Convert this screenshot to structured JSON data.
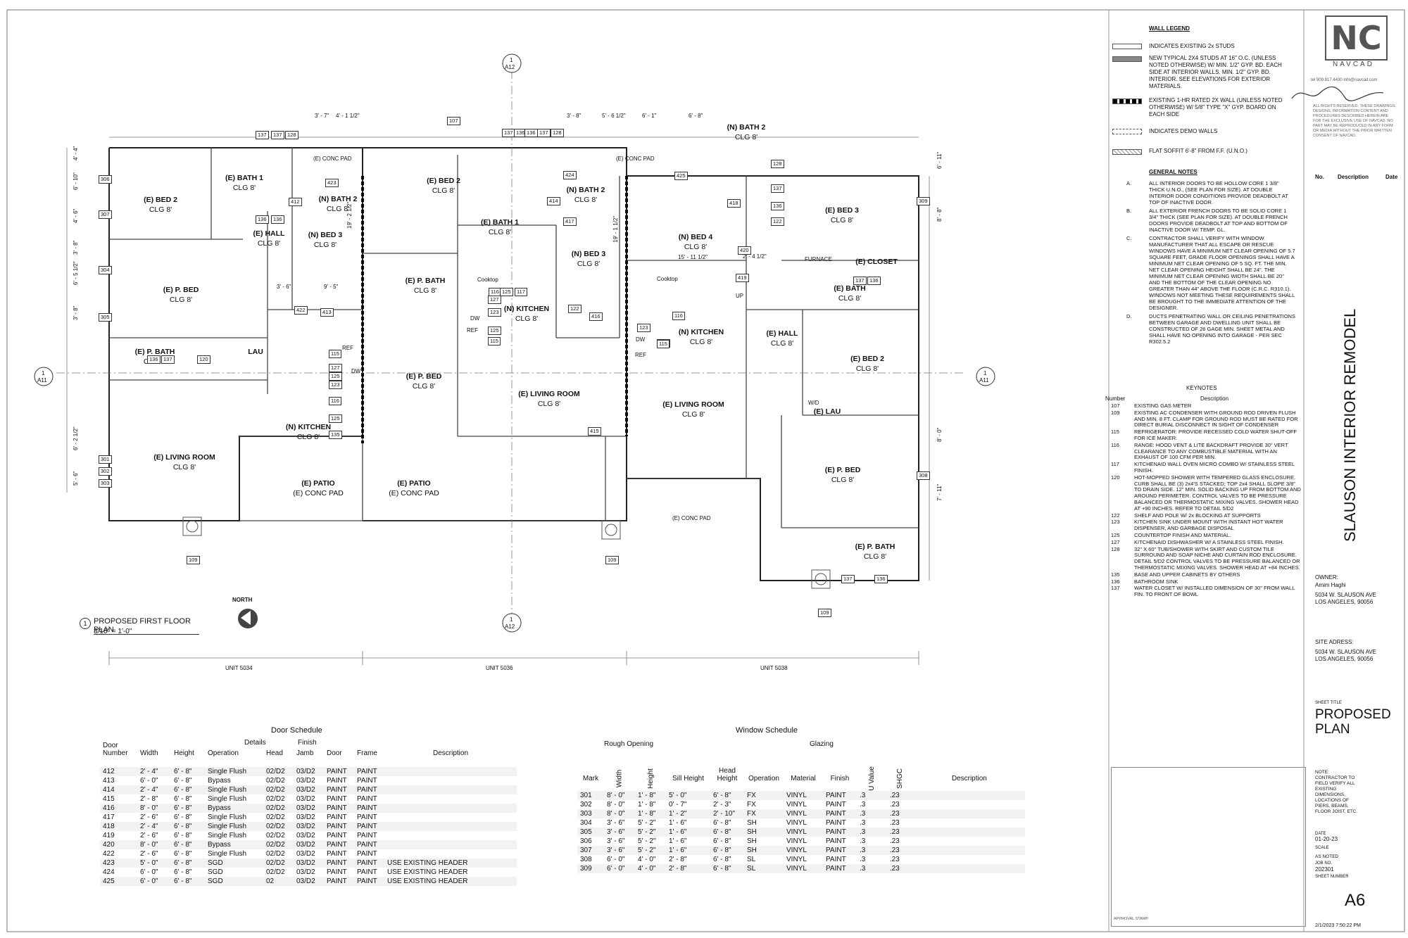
{
  "brand": {
    "logo_text": "NC",
    "name": "NAVCAD",
    "contact": "tel 909.917.4430     info@navcad.com",
    "disclaimer": "ALL RIGHTS RESERVED. THESE DRAWINGS, DESIGNS, INFORMATION CONTENT AND PROCEDURES DESCRIBED HEREIN ARE FOR THE EXCLUSIVE USE OF NAVCAD. NO PART MAY BE REPRODUCED IN ANY FORM OR MEDIA WITHOUT THE PRIOR WRITTEN CONSENT OF NAVCAD."
  },
  "wall_legend": {
    "title": "WALL LEGEND",
    "items": [
      "INDICATES EXISTING 2x STUDS",
      "NEW TYPICAL 2X4 STUDS AT 16\" O.C. (UNLESS NOTED OTHERWISE) W/ MIN. 1/2\" GYP. BD. EACH SIDE AT INTERIOR WALLS. MIN. 1/2\" GYP. BD. INTERIOR. SEE ELEVATIONS FOR EXTERIOR MATERIALS.",
      "EXISTING 1-HR RATED 2X WALL (UNLESS NOTED OTHERWISE) W/ 5/8\" TYPE \"X\" GYP. BOARD ON EACH SIDE",
      "INDICATES DEMO WALLS",
      "FLAT SOFFIT 6'-8\" FROM F.F. (U.N.O.)"
    ]
  },
  "general_notes": {
    "title": "GENERAL NOTES",
    "items": [
      {
        "k": "A.",
        "t": "ALL INTERIOR DOORS TO BE HOLLOW CORE 1 3/8\" THICK U.N.O., (SEE PLAN FOR SIZE). AT DOUBLE INTERIOR DOOR CONDITIONS PROVIDE DEADBOLT AT TOP OF INACTIVE DOOR."
      },
      {
        "k": "B.",
        "t": "ALL EXTERIOR FRENCH DOORS TO BE SOLID CORE 1 3/4\" THICK (SEE PLAN FOR SIZE). AT DOUBLE FRENCH DOORS PROVIDE DEADBOLT AT TOP AND BOTTOM OF INACTIVE DOOR W/ TEMP. GL."
      },
      {
        "k": "C.",
        "t": "CONTRACTOR SHALL VERIFY WITH WINDOW MANUFACTURER THAT ALL ESCAPE OR RESCUE WINDOWS HAVE A MINIMUM NET CLEAR OPENING OF 5.7 SQUARE FEET, GRADE FLOOR OPENINGS SHALL HAVE A MINIMUM NET CLEAR OPENING OF 5 SQ. FT. THE MIN. NET CLEAR OPENING HEIGHT SHALL BE 24\". THE MINIMUM NET CLEAR OPENING WIDTH SHALL BE 20\" AND THE BOTTOM OF THE CLEAR OPENING NO GREATER THAN 44\" ABOVE THE FLOOR (C.R.C. R310.1). WINDOWS NOT MEETING THESE REQUIREMENTS SHALL BE BROUGHT TO THE IMMEDIATE ATTENTION OF THE DESIGNER."
      },
      {
        "k": "D.",
        "t": "DUCTS PENETRATING WALL OR CEILING PENETRATIONS BETWEEN GARAGE AND DWELLING UNIT SHALL BE CONSTRUCTED OF 26 GAGE MIN. SHEET METAL AND SHALL HAVE NO OPENING INTO GARAGE - PER SEC R302.5.2"
      }
    ]
  },
  "revisions": {
    "headers": [
      "No.",
      "Description",
      "Date"
    ]
  },
  "keynotes": {
    "title": "KEYNOTES",
    "headers": [
      "Number",
      "Description"
    ],
    "items": [
      {
        "n": "107",
        "d": "EXISTING GAS METER"
      },
      {
        "n": "109",
        "d": "EXISTING AC CONDENSER WITH GROUND ROD DRIVEN FLUSH AND MIN. 8 FT. CLAMP FOR GROUND ROD MUST BE RATED FOR DIRECT BURIAL DISCONNECT IN SIGHT OF CONDENSER"
      },
      {
        "n": "115",
        "d": "REFRIGERATOR: PROVIDE RECESSED COLD WATER SHUT-OFF FOR ICE MAKER."
      },
      {
        "n": "116",
        "d": "RANGE: HOOD VENT & LITE BACKDRAFT PROVIDE 30\" VERT CLEARANCE TO ANY COMBUSTIBLE MATERIAL WITH AN EXHAUST OF 100 CFM PER MIN."
      },
      {
        "n": "117",
        "d": "KITCHENAID WALL OVEN MICRO COMBO W/ STAINLESS STEEL FINISH."
      },
      {
        "n": "120",
        "d": "HOT-MOPPED SHOWER WITH TEMPERED GLASS ENCLOSURE. CURB SHALL BE (3) 2x4'S STACKED; TOP 2x4 SHALL SLOPE 3/8\" TO DRAIN SIDE. 12\" MIN. SOLID BACKING UP FROM BOTTOM AND AROUND PERIMETER. CONTROL VALVES TO BE PRESSURE BALANCED OR THERMOSTATIC MIXING VALVES. SHOWER HEAD AT +90 INCHES. REFER TO DETAIL 5/D2"
      },
      {
        "n": "122",
        "d": "SHELF AND POLE W/ 2x BLOCKING AT SUPPORTS"
      },
      {
        "n": "123",
        "d": "KITCHEN SINK UNDER MOUNT WITH INSTANT HOT WATER DISPENSER, AND GARBAGE DISPOSAL"
      },
      {
        "n": "125",
        "d": "COUNTERTOP FINISH AND MATERIAL."
      },
      {
        "n": "127",
        "d": "KITCHENAID DISHWASHER W/ A STAINLESS STEEL FINISH."
      },
      {
        "n": "128",
        "d": "32\" X 60\" TUB/SHOWER WITH SKIRT AND CUSTOM TILE SURROUND AND SOAP NICHE AND CURTAIN ROD ENCLOSURE. DETAIL 5/D2 CONTROL VALVES TO BE PRESSURE BALANCED OR THERMOSTATIC MIXING VALVES. SHOWER HEAD AT +84 INCHES."
      },
      {
        "n": "135",
        "d": "BASE AND UPPER CABINETS BY OTHERS"
      },
      {
        "n": "136",
        "d": "BATHROOM SINK"
      },
      {
        "n": "137",
        "d": "WATER CLOSET W/ INSTALLED DIMENSION OF 30\" FROM WALL FIN. TO FRONT OF BOWL"
      }
    ]
  },
  "title_block": {
    "project": "SLAUSON INTERIOR REMODEL",
    "owner_label": "OWNER:",
    "owner": "Amim Haghi",
    "owner_addr1": "5034 W. SLAUSON AVE",
    "owner_addr2": "LOS ANGELES, 90056",
    "site_label": "SITE ADRESS:",
    "site_addr1": "5034 W. SLAUSON AVE",
    "site_addr2": "LOS ANGELES, 90056",
    "sheet_title_label": "SHEET TITLE",
    "sheet_title_1": "PROPOSED",
    "sheet_title_2": "PLAN",
    "note": "NOTE: CONTRACTOR TO FIELD VERIFY ALL EXISTING DIMENSIONS, LOCATIONS OF PIERS, BEAMS, FLOOR JOIST, ETC.",
    "date_label": "DATE",
    "date": "01-20-23",
    "scale_label": "SCALE",
    "scale": "AS NOTED",
    "job_label": "JOB NO.",
    "job": "202301",
    "sheet_no_label": "SHEET NUMBER",
    "sheet_no": "A6",
    "approval": "APPROVAL STAMP",
    "timestamp": "2/1/2023 7:50:22 PM"
  },
  "plan": {
    "title": "PROPOSED FIRST FLOOR PLAN",
    "view_no": "1",
    "scale": "3/16\" = 1'-0\"",
    "north": "NORTH",
    "units": [
      "UNIT 5034",
      "UNIT 5036",
      "UNIT 5038"
    ],
    "section_marks": {
      "num": "1",
      "a12": "A12",
      "a11": "A11"
    },
    "rooms": [
      {
        "n": "(E) BED 2",
        "c": "CLG 8'"
      },
      {
        "n": "(E) BATH 1",
        "c": "CLG 8'"
      },
      {
        "n": "(N) BATH 2",
        "c": "CLG 8'"
      },
      {
        "n": "(E) HALL",
        "c": "CLG 8'"
      },
      {
        "n": "(N) BED 3",
        "c": "CLG 8'"
      },
      {
        "n": "(E) P. BED",
        "c": "CLG 8'"
      },
      {
        "n": "(E) P. BATH",
        "c": "CLG 8'"
      },
      {
        "n": "LAU",
        "c": ""
      },
      {
        "n": "(N) KITCHEN",
        "c": "CLG 8'"
      },
      {
        "n": "(E) LIVING ROOM",
        "c": "CLG 8'"
      },
      {
        "n": "(E) PATIO",
        "c": "(E) CONC PAD"
      },
      {
        "n": "(E) BED 2",
        "c": "CLG 8'"
      },
      {
        "n": "(E) P. BATH",
        "c": "CLG 8'"
      },
      {
        "n": "(E) P. BED",
        "c": "CLG 8'"
      },
      {
        "n": "(E) PATIO",
        "c": "(E) CONC PAD"
      },
      {
        "n": "(E) BATH 1",
        "c": "CLG 8'"
      },
      {
        "n": "(N) BATH 2",
        "c": "CLG 8'"
      },
      {
        "n": "(N) BED 3",
        "c": "CLG 8'"
      },
      {
        "n": "(N) KITCHEN",
        "c": "CLG 8'"
      },
      {
        "n": "(E) LIVING ROOM",
        "c": "CLG 8'"
      },
      {
        "n": "(N) BATH 2",
        "c": "CLG 8'"
      },
      {
        "n": "(N) BED 4",
        "c": "CLG 8'"
      },
      {
        "n": "(N) KITCHEN",
        "c": "CLG 8'"
      },
      {
        "n": "(E) LIVING ROOM",
        "c": "CLG 8'"
      },
      {
        "n": "(E) BED 3",
        "c": "CLG 8'"
      },
      {
        "n": "(E) CLOSET",
        "c": ""
      },
      {
        "n": "(E) BATH",
        "c": "CLG 8'"
      },
      {
        "n": "(E) HALL",
        "c": "CLG 8'"
      },
      {
        "n": "(E) BED 2",
        "c": "CLG 8'"
      },
      {
        "n": "(E) LAU",
        "c": ""
      },
      {
        "n": "(E) P. BED",
        "c": "CLG 8'"
      },
      {
        "n": "(E) P. BATH",
        "c": "CLG 8'"
      }
    ],
    "labels": {
      "conc_pad": "(E) CONC PAD",
      "cooktop": "Cooktop",
      "ref": "REF",
      "dw": "DW",
      "furnace": "FURNACE",
      "up": "UP",
      "wd": "W/D"
    },
    "dims": [
      "3' - 7\"",
      "4' - 1 1/2\"",
      "3' - 8\"",
      "5' - 6 1/2\"",
      "6' - 1\"",
      "6' - 8\"",
      "4' - 4\"",
      "6' - 10\"",
      "4' - 6\"",
      "3' - 8\"",
      "6' - 5 1/2\"",
      "3' - 8\"",
      "6' - 2 1/2\"",
      "5' - 6\"",
      "6' - 11\"",
      "8' - 8\"",
      "8' - 0\"",
      "7' - 11\"",
      "3' - 6\"",
      "9' - 5\"",
      "19' - 2 1/2\"",
      "15' - 11 1/2\"",
      "2' - 4 1/2\"",
      "19' - 1 1/2\""
    ],
    "tags": [
      "137",
      "137",
      "128",
      "423",
      "412",
      "136",
      "136",
      "422",
      "413",
      "115",
      "127",
      "125",
      "123",
      "116",
      "125",
      "135",
      "137",
      "120",
      "136",
      "107",
      "137",
      "136",
      "136",
      "137",
      "128",
      "424",
      "414",
      "417",
      "116",
      "125",
      "117",
      "127",
      "123",
      "125",
      "115",
      "122",
      "416",
      "415",
      "425",
      "418",
      "420",
      "419",
      "117",
      "116",
      "123",
      "127",
      "115",
      "128",
      "137",
      "136",
      "122",
      "137",
      "136",
      "306",
      "307",
      "304",
      "305",
      "301",
      "302",
      "303",
      "309",
      "308",
      "109",
      "109",
      "109",
      "137",
      "136"
    ]
  },
  "door_schedule": {
    "title": "Door Schedule",
    "group_details": "Details",
    "group_finish": "Finish",
    "headers": [
      "Door Number",
      "Width",
      "Height",
      "Operation",
      "Head",
      "Jamb",
      "Door",
      "Frame",
      "Description"
    ],
    "rows": [
      [
        "412",
        "2' - 4\"",
        "6' - 8\"",
        "Single Flush",
        "02/D2",
        "03/D2",
        "PAINT",
        "PAINT",
        ""
      ],
      [
        "413",
        "6' - 0\"",
        "6' - 8\"",
        "Bypass",
        "02/D2",
        "03/D2",
        "PAINT",
        "PAINT",
        ""
      ],
      [
        "414",
        "2' - 4\"",
        "6' - 8\"",
        "Single Flush",
        "02/D2",
        "03/D2",
        "PAINT",
        "PAINT",
        ""
      ],
      [
        "415",
        "2' - 8\"",
        "6' - 8\"",
        "Single Flush",
        "02/D2",
        "03/D2",
        "PAINT",
        "PAINT",
        ""
      ],
      [
        "416",
        "8' - 0\"",
        "6' - 8\"",
        "Bypass",
        "02/D2",
        "03/D2",
        "PAINT",
        "PAINT",
        ""
      ],
      [
        "417",
        "2' - 6\"",
        "6' - 8\"",
        "Single Flush",
        "02/D2",
        "03/D2",
        "PAINT",
        "PAINT",
        ""
      ],
      [
        "418",
        "2' - 4\"",
        "6' - 8\"",
        "Single Flush",
        "02/D2",
        "03/D2",
        "PAINT",
        "PAINT",
        ""
      ],
      [
        "419",
        "2' - 6\"",
        "6' - 8\"",
        "Single Flush",
        "02/D2",
        "03/D2",
        "PAINT",
        "PAINT",
        ""
      ],
      [
        "420",
        "8' - 0\"",
        "6' - 8\"",
        "Bypass",
        "02/D2",
        "03/D2",
        "PAINT",
        "PAINT",
        ""
      ],
      [
        "422",
        "2' - 6\"",
        "6' - 8\"",
        "Single Flush",
        "02/D2",
        "03/D2",
        "PAINT",
        "PAINT",
        ""
      ],
      [
        "423",
        "5' - 0\"",
        "6' - 8\"",
        "SGD",
        "02/D2",
        "03/D2",
        "PAINT",
        "PAINT",
        "USE EXISTING HEADER"
      ],
      [
        "424",
        "6' - 0\"",
        "6' - 8\"",
        "SGD",
        "02/D2",
        "03/D2",
        "PAINT",
        "PAINT",
        "USE EXISTING HEADER"
      ],
      [
        "425",
        "6' - 0\"",
        "6' - 8\"",
        "SGD",
        "02",
        "03/D2",
        "PAINT",
        "PAINT",
        "USE EXISTING HEADER"
      ]
    ]
  },
  "window_schedule": {
    "title": "Window Schedule",
    "group_rough": "Rough Opening",
    "group_glazing": "Glazing",
    "headers": [
      "Mark",
      "Width",
      "Height",
      "Sill Height",
      "Head Height",
      "Operation",
      "Material",
      "Finish",
      "U Value",
      "SHGC",
      "Description"
    ],
    "rows": [
      [
        "301",
        "8' - 0\"",
        "1' - 8\"",
        "5' - 0\"",
        "6' - 8\"",
        "FX",
        "VINYL",
        "PAINT",
        ".3",
        ".23",
        ""
      ],
      [
        "302",
        "8' - 0\"",
        "1' - 8\"",
        "0' - 7\"",
        "2' - 3\"",
        "FX",
        "VINYL",
        "PAINT",
        ".3",
        ".23",
        ""
      ],
      [
        "303",
        "8' - 0\"",
        "1' - 8\"",
        "1' - 2\"",
        "2' - 10\"",
        "FX",
        "VINYL",
        "PAINT",
        ".3",
        ".23",
        ""
      ],
      [
        "304",
        "3' - 6\"",
        "5' - 2\"",
        "1' - 6\"",
        "6' - 8\"",
        "SH",
        "VINYL",
        "PAINT",
        ".3",
        ".23",
        ""
      ],
      [
        "305",
        "3' - 6\"",
        "5' - 2\"",
        "1' - 6\"",
        "6' - 8\"",
        "SH",
        "VINYL",
        "PAINT",
        ".3",
        ".23",
        ""
      ],
      [
        "306",
        "3' - 6\"",
        "5' - 2\"",
        "1' - 6\"",
        "6' - 8\"",
        "SH",
        "VINYL",
        "PAINT",
        ".3",
        ".23",
        ""
      ],
      [
        "307",
        "3' - 6\"",
        "5' - 2\"",
        "1' - 6\"",
        "6' - 8\"",
        "SH",
        "VINYL",
        "PAINT",
        ".3",
        ".23",
        ""
      ],
      [
        "308",
        "6' - 0\"",
        "4' - 0\"",
        "2' - 8\"",
        "6' - 8\"",
        "SL",
        "VINYL",
        "PAINT",
        ".3",
        ".23",
        ""
      ],
      [
        "309",
        "6' - 0\"",
        "4' - 0\"",
        "2' - 8\"",
        "6' - 8\"",
        "SL",
        "VINYL",
        "PAINT",
        ".3",
        ".23",
        ""
      ]
    ]
  }
}
